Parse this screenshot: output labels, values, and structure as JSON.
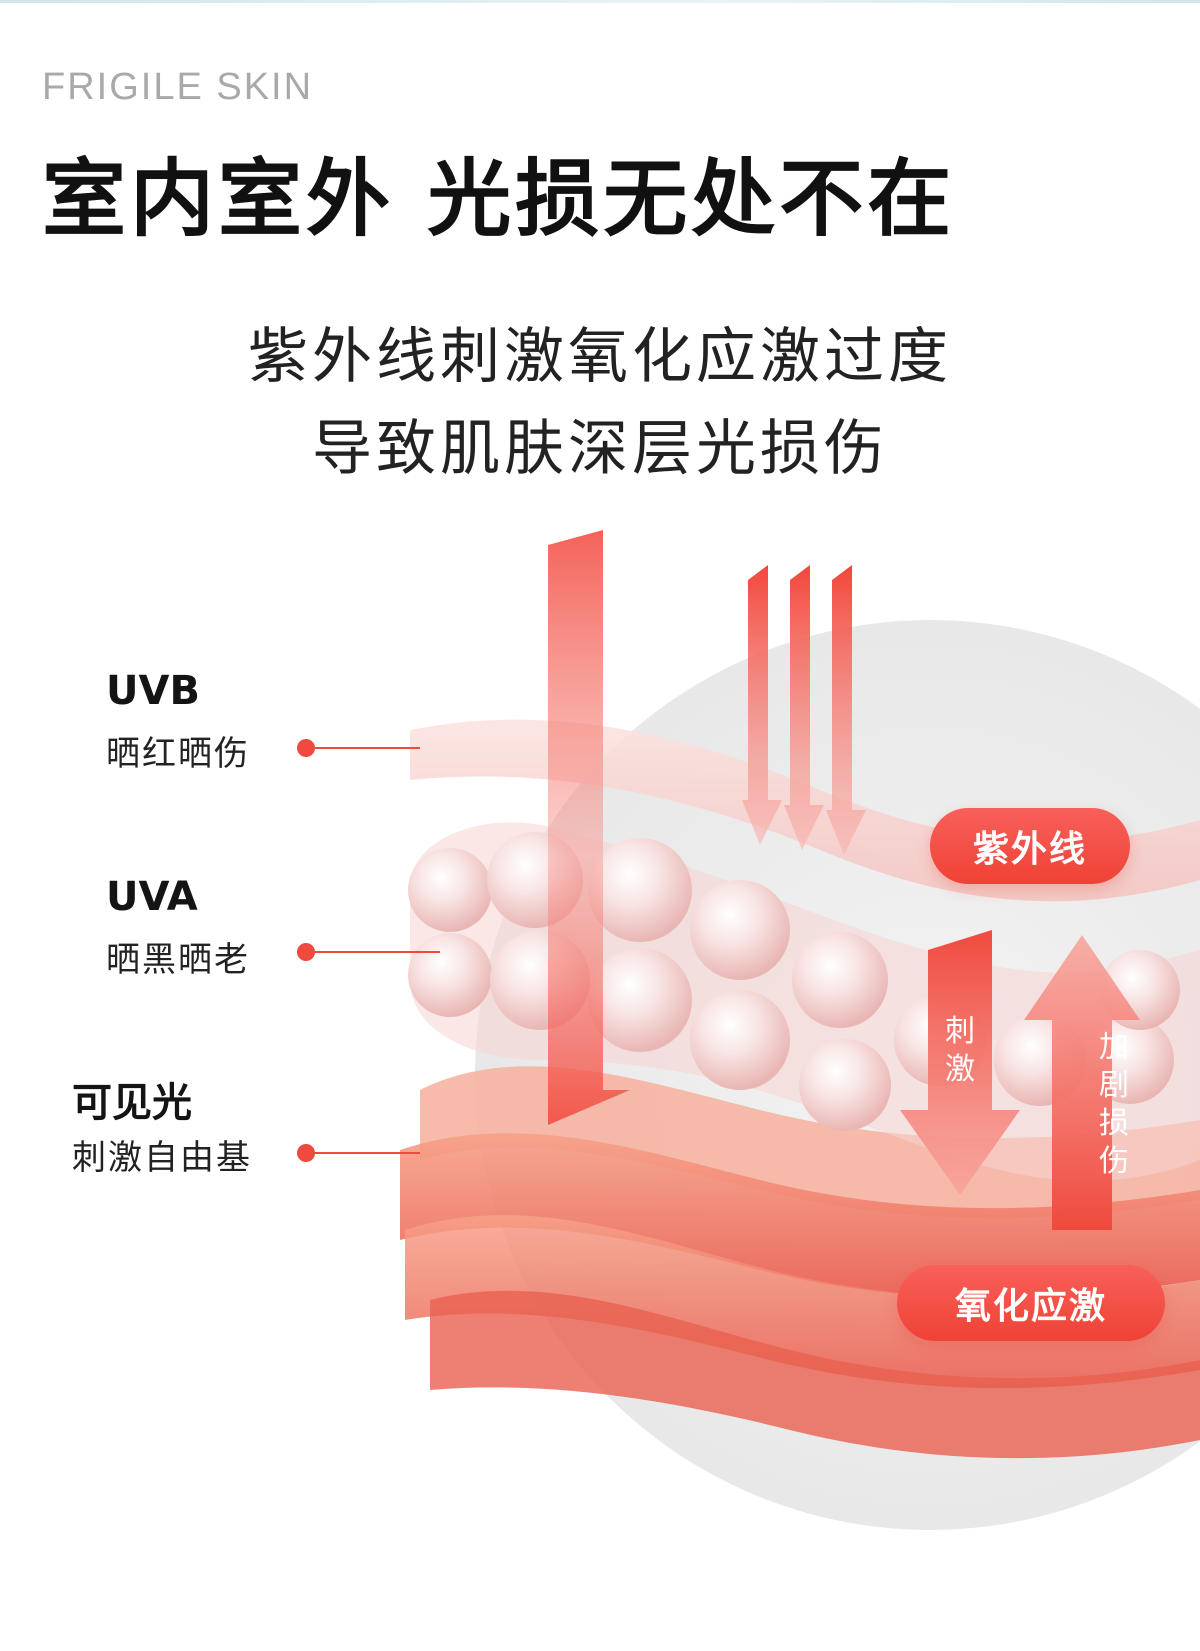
{
  "header": {
    "eyebrow": "FRIGILE SKIN",
    "title": "室内室外 光损无处不在"
  },
  "subtitle": {
    "line1": "紫外线刺激氧化应激过度",
    "line2": "导致肌肤深层光损伤"
  },
  "labels": [
    {
      "head": "UVB",
      "sub": "晒红晒伤"
    },
    {
      "head": "UVA",
      "sub": "晒黑晒老"
    },
    {
      "head": "可见光",
      "sub": "刺激自由基"
    }
  ],
  "tags": {
    "uv": "紫外线",
    "oxidative": "氧化应激"
  },
  "arrows": {
    "stimulate": "刺激",
    "worsen": "加剧损伤"
  },
  "colors": {
    "accent": "#f04a3e",
    "title": "#111111",
    "eyebrow": "#a9a9a9"
  }
}
